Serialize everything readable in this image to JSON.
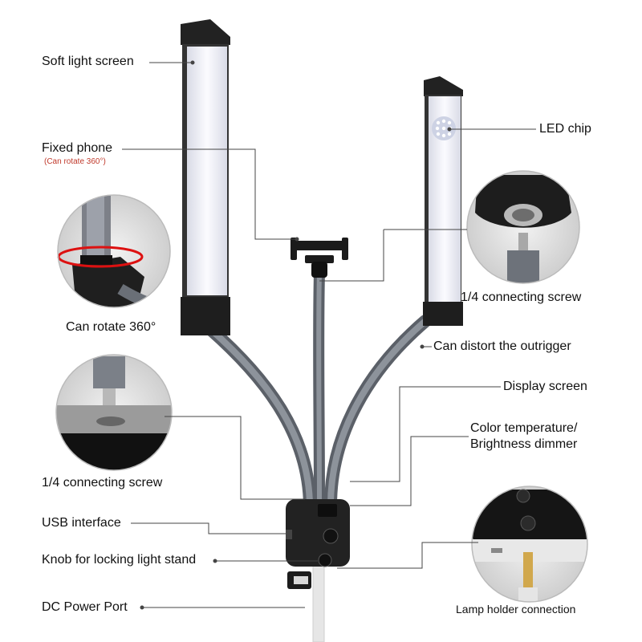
{
  "labels": {
    "soft_light_screen": "Soft light screen",
    "fixed_phone": "Fixed phone",
    "fixed_phone_note": "(Can rotate 360°)",
    "can_rotate": "Can rotate 360°",
    "led_chip": "LED chip",
    "connecting_screw_right": "1/4 connecting screw",
    "can_distort": "Can distort the outrigger",
    "display_screen": "Display screen",
    "color_temp_line1": "Color temperature/",
    "color_temp_line2": "Brightness dimmer",
    "connecting_screw_left": "1/4 connecting screw",
    "usb_interface": "USB interface",
    "knob_locking": "Knob for locking light stand",
    "dc_power_port": "DC Power Port",
    "lamp_holder_connection": "Lamp holder connection"
  },
  "colors": {
    "panel_light": "#f3f4fb",
    "housing": "#222222",
    "gooseneck": "#707680",
    "leader_line": "#444444",
    "note_red": "#c0392b"
  }
}
